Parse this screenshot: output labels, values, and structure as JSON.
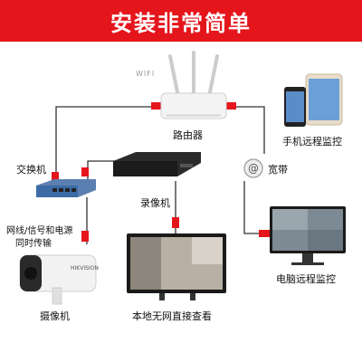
{
  "title": "安装非常简单",
  "wifi_label": "WIFI",
  "nodes": {
    "router": "路由器",
    "switch": "交换机",
    "recorder": "录像机",
    "broadband": "宽带",
    "phone": "手机远程监控",
    "computer": "电脑远程监控",
    "cable_note_line1": "网线/信号和电源",
    "cable_note_line2": "同时传输",
    "camera": "摄像机",
    "tv": "本地无网直接查看"
  },
  "camera_brand": "HIKVISION",
  "colors": {
    "accent": "#e5151c",
    "cable": "#333333"
  }
}
